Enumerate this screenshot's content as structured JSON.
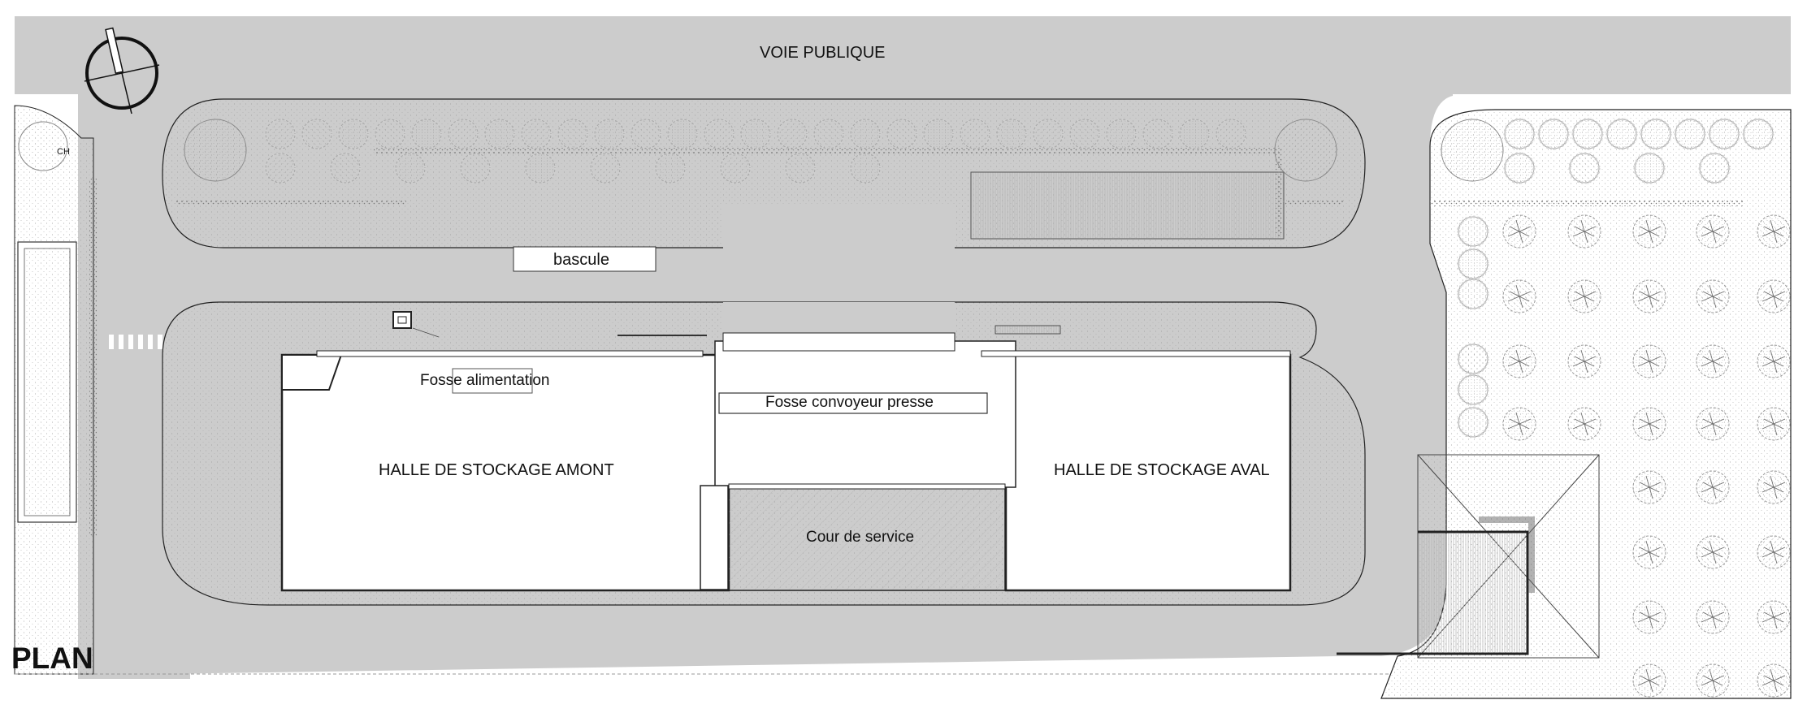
{
  "plan": {
    "title": "PLAN",
    "road": "VOIE PUBLIQUE",
    "scale_label": "bascule",
    "chimney_label": "CH",
    "zones": {
      "fosse_alimentation": "Fosse alimentation",
      "fosse_convoyeur": "Fosse convoyeur presse",
      "halle_amont": "HALLE DE STOCKAGE AMONT",
      "halle_aval": "HALLE DE STOCKAGE AVAL",
      "cour_service": "Cour de service"
    }
  },
  "colors": {
    "road": "#cccccc",
    "line": "#222222",
    "landscape_dot": "#9a9a9a",
    "building": "#ffffff"
  },
  "icons": [
    "north-arrow-icon",
    "tree-icon",
    "chimney-icon"
  ]
}
